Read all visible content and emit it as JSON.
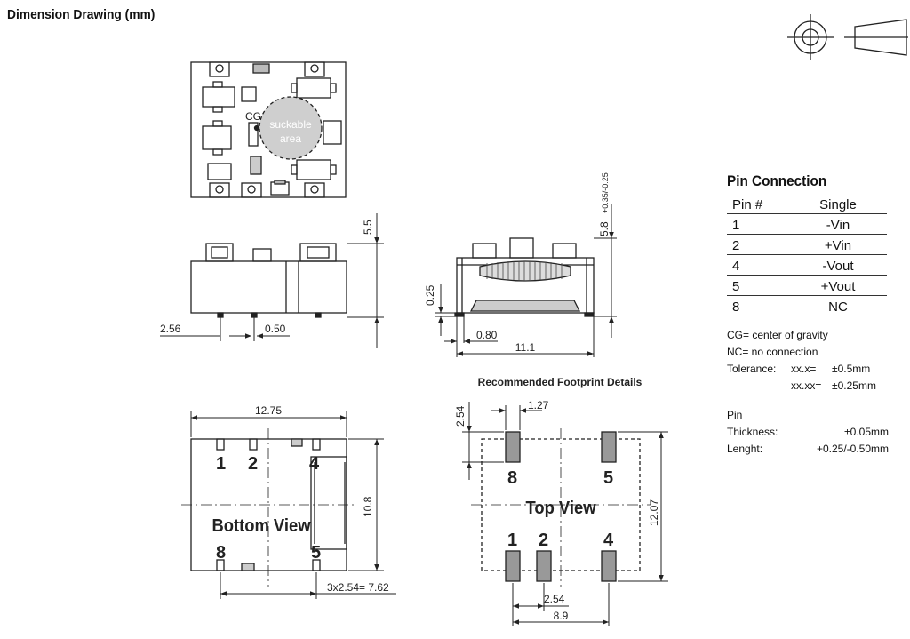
{
  "title": "Dimension Drawing (mm)",
  "labels": {
    "cg": "CG",
    "suckable_1": "suckable",
    "suckable_2": "area",
    "bottom_view": "Bottom View",
    "top_view": "Top View",
    "footprint_title": "Recommended Footprint Details"
  },
  "dimensions": {
    "height_side": "5.5",
    "height_front": "5.8",
    "height_front_tol": "+0.35/-0.25",
    "pin_offset": "2.56",
    "pin_width": "0.50",
    "standoff": "0.25",
    "pad_setback": "0.80",
    "length": "11.1",
    "width": "12.75",
    "depth": "10.8",
    "pitch_total": "3x2.54= 7.62",
    "fp_pad_height": "2.54",
    "fp_pad_width": "1.27",
    "fp_row_spacing": "12.07",
    "fp_pitch": "2.54",
    "fp_span": "8.9"
  },
  "bottom_pins": [
    "1",
    "2",
    "4",
    "8",
    "5"
  ],
  "top_pins": [
    "8",
    "5",
    "1",
    "2",
    "4"
  ],
  "pin_connection": {
    "title": "Pin Connection",
    "headers": [
      "Pin #",
      "Single"
    ],
    "rows": [
      {
        "pin": "1",
        "signal": "-Vin"
      },
      {
        "pin": "2",
        "signal": "+Vin"
      },
      {
        "pin": "4",
        "signal": "-Vout"
      },
      {
        "pin": "5",
        "signal": "+Vout"
      },
      {
        "pin": "8",
        "signal": "NC"
      }
    ]
  },
  "notes": {
    "cg": "CG= center of gravity",
    "nc": "NC= no connection",
    "tol_label": "Tolerance:",
    "tol_1_key": "xx.x=",
    "tol_1_val": "±0.5mm",
    "tol_2_key": "xx.xx=",
    "tol_2_val": "±0.25mm",
    "pin_label": "Pin",
    "thickness_label": "Thickness:",
    "thickness_val": "±0.05mm",
    "length_label": "Lenght:",
    "length_val": "+0.25/-0.50mm"
  }
}
